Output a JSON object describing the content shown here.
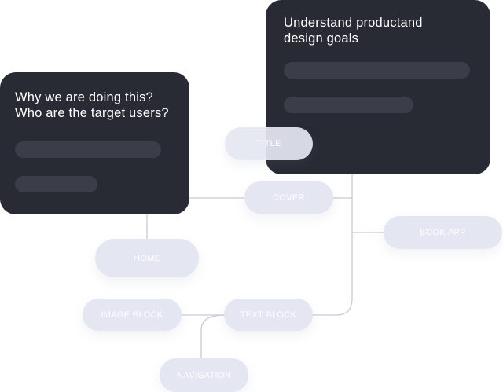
{
  "cards": {
    "goals": {
      "title": "Understand productand\ndesign goals"
    },
    "why": {
      "title": "Why we are doing this?\nWho are the target users?"
    }
  },
  "nodes": {
    "title": "TITLE",
    "cover": "COVER",
    "book_app": "BOOK APP",
    "home": "HOME",
    "image_block": "IMAGE BLOCK",
    "text_block": "TEXT BLOCK",
    "navigation": "NAVIGATION"
  },
  "colors": {
    "card_background": "#282b34",
    "card_bar": "#3b3e49",
    "node_background": "#e4e6f1",
    "connector": "#c9cadb"
  }
}
